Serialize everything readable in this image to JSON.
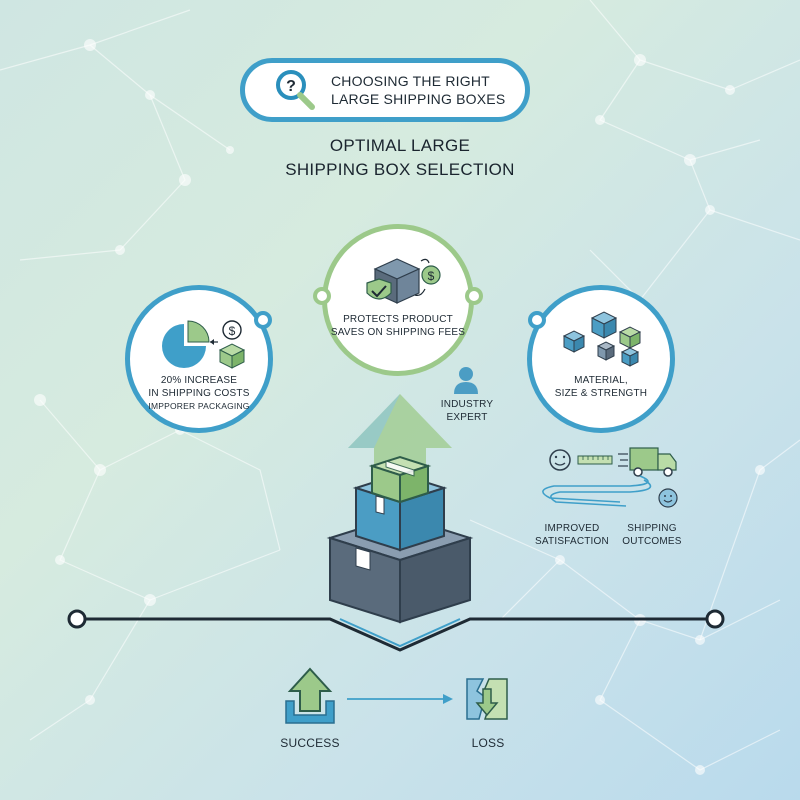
{
  "header": {
    "title_line1": "CHOOSING THE RIGHT",
    "title_line2": "LARGE SHIPPING BOXES",
    "icon": "magnifier-question-icon"
  },
  "subtitle": {
    "line1": "OPTIMAL LARGE",
    "line2": "SHIPPING BOX SELECTION"
  },
  "nodes": {
    "left": {
      "line1": "20% INCREASE",
      "line2": "IN SHIPPING COSTS",
      "line3": "IMPPORER PACKAGING",
      "icons": [
        "pie-chart-icon",
        "dollar-box-icon"
      ]
    },
    "top": {
      "line1": "PROTECTS PRODUCT",
      "line2": "SAVES ON SHIPPING FEES",
      "icons": [
        "shield-box-icon",
        "dollar-coin-icon"
      ]
    },
    "right": {
      "line1": "MATERIAL,",
      "line2": "SIZE & STRENGTH",
      "icons": [
        "box-cluster-icon"
      ]
    }
  },
  "expert": {
    "line1": "INDUSTRY",
    "line2": "EXPERT",
    "icon": "person-icon"
  },
  "outcomes": {
    "left_line1": "IMPROVED",
    "left_line2": "SATISFACTION",
    "right_line1": "SHIPPING",
    "right_line2": "OUTCOMES",
    "icons": [
      "smiley-icon",
      "ruler-icon",
      "delivery-truck-icon",
      "smiley-icon"
    ]
  },
  "bottom": {
    "success_label": "SUCCESS",
    "loss_label": "LOSS",
    "icons": [
      "upload-arrow-icon",
      "broken-down-arrow-icon"
    ]
  },
  "colors": {
    "blue_accent": "#3f9fc9",
    "green_accent": "#9cc98a",
    "dark_box": "#5a6b7c",
    "mid_box": "#4b9dc4",
    "light_box": "#9cc98a",
    "line_dark": "#1e2a34"
  }
}
